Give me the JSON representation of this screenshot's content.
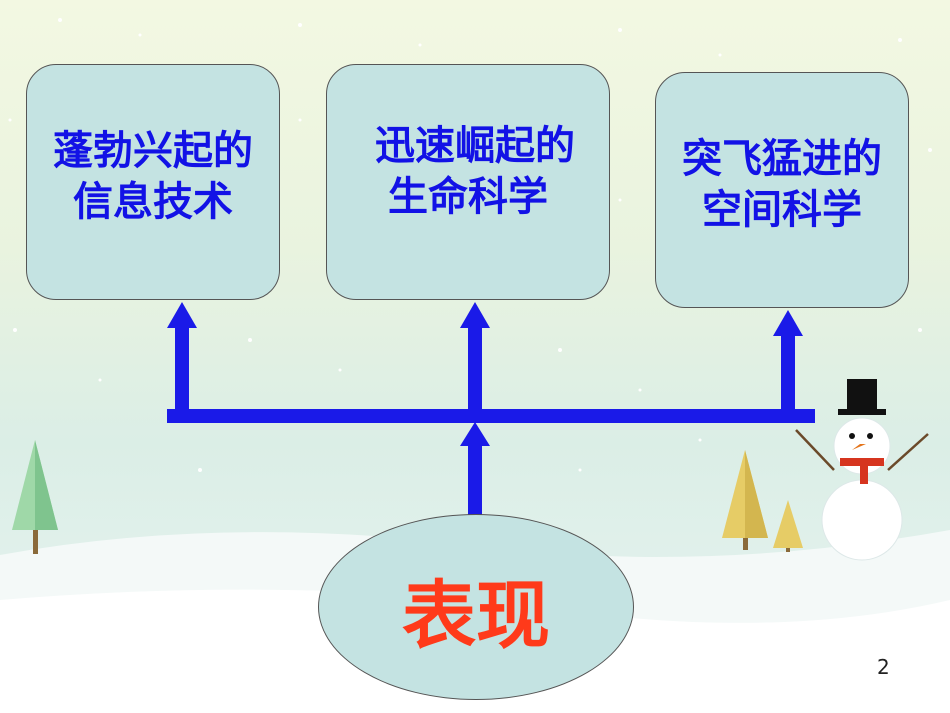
{
  "boxes": [
    {
      "line1": "蓬勃兴起的",
      "line2": "信息技术"
    },
    {
      "line1": " 迅速崛起的",
      "line2": "生命科学"
    },
    {
      "line1": "突飞猛进的",
      "line2": "空间科学"
    }
  ],
  "center": {
    "label": "表现"
  },
  "page_number": "2",
  "colors": {
    "arrow": "#1a1ae8",
    "box_text": "#1212e6",
    "center_text": "#ff3a1a",
    "box_fill": "#c4e3e2"
  }
}
